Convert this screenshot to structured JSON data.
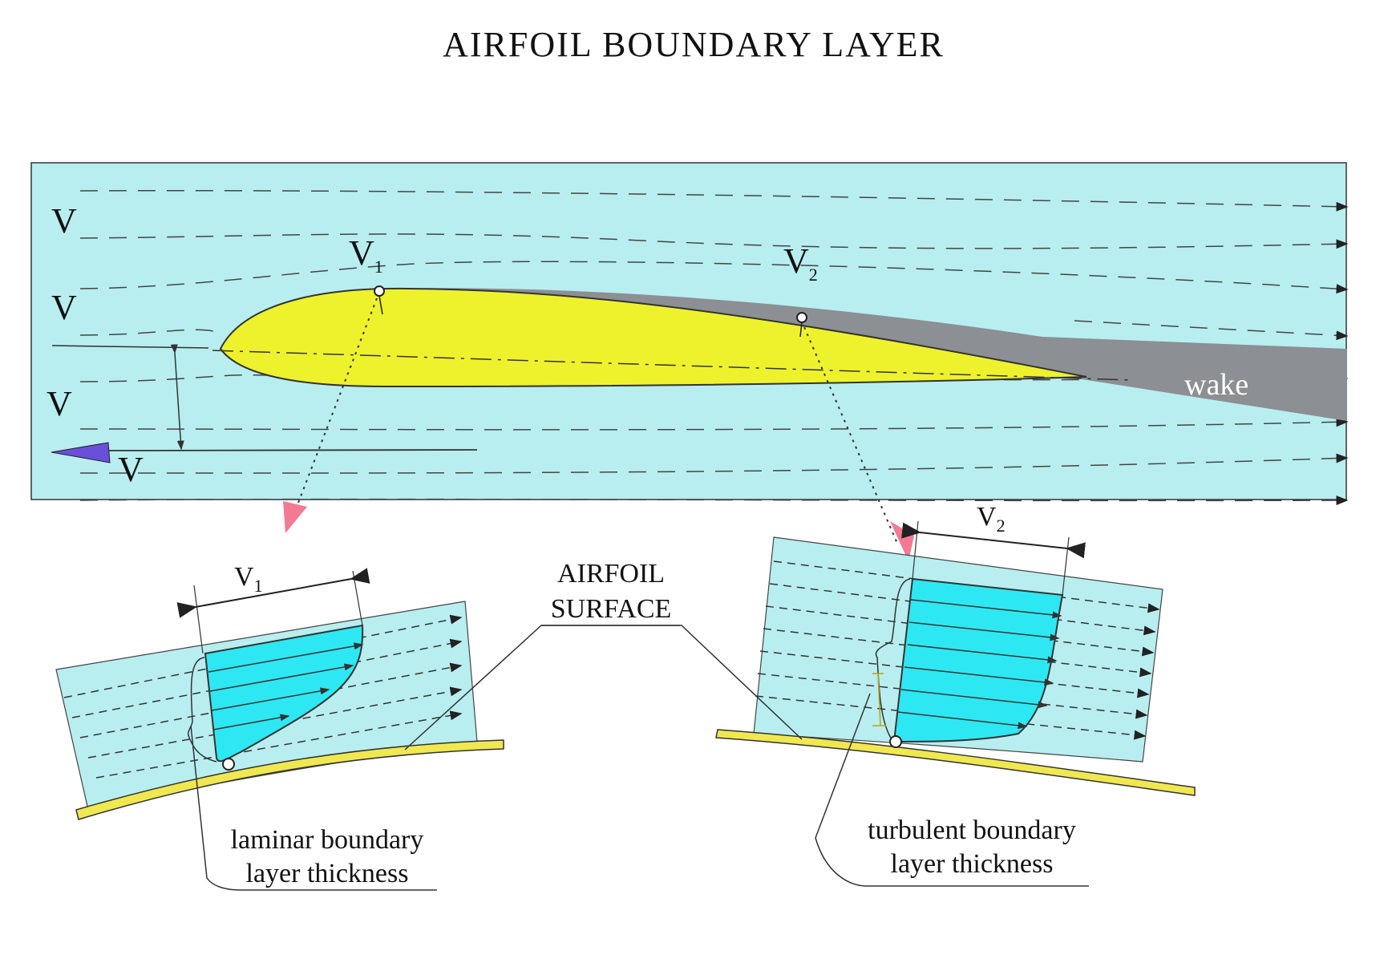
{
  "title": "AIRFOIL  BOUNDARY  LAYER",
  "freestream": {
    "label": "V"
  },
  "points": {
    "v1": {
      "label": "V",
      "sub": "1"
    },
    "v2": {
      "label": "V",
      "sub": "2"
    }
  },
  "wake_label": "wake",
  "surface_label": {
    "line1": "AIRFOIL",
    "line2": "SURFACE"
  },
  "laminar": {
    "line1": "laminar boundary",
    "line2": "layer thickness"
  },
  "turbulent": {
    "line1": "turbulent boundary",
    "line2": "layer thickness"
  },
  "colors": {
    "flow": "#b8eef0",
    "airfoil": "#eef22c",
    "wake": "#8c8f93",
    "profile": "#2de8f2",
    "surface": "#f0e850",
    "pointer": "#f27a93",
    "angle_marker": "#6a4fd8"
  }
}
